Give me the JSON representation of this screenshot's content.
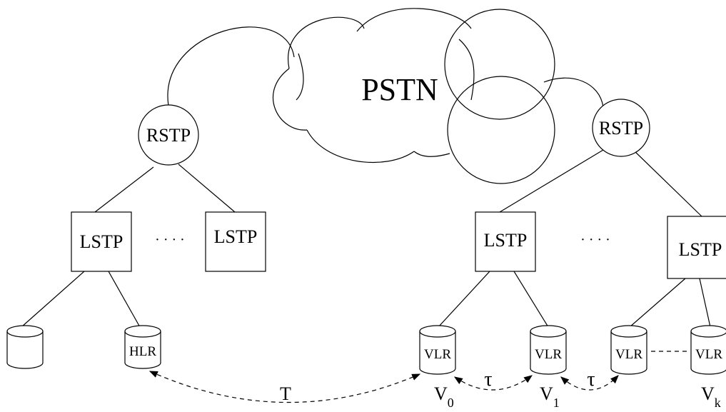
{
  "cloud_label": "PSTN",
  "rstp_left": "RSTP",
  "rstp_right": "RSTP",
  "lstp_1": "LSTP",
  "lstp_2": "LSTP",
  "lstp_3": "LSTP",
  "lstp_4": "LSTP",
  "ellipsis_left": "· · · ·",
  "ellipsis_right": "· · · ·",
  "hlr": "HLR",
  "vlr_1": "VLR",
  "vlr_2": "VLR",
  "vlr_3": "VLR",
  "vlr_4": "VLR",
  "edge_T": "T",
  "edge_tau_1": "τ",
  "edge_tau_2": "τ",
  "v0": {
    "base": "V",
    "sub": "0"
  },
  "v1": {
    "base": "V",
    "sub": "1"
  },
  "vk": {
    "base": "V",
    "sub": "k"
  }
}
